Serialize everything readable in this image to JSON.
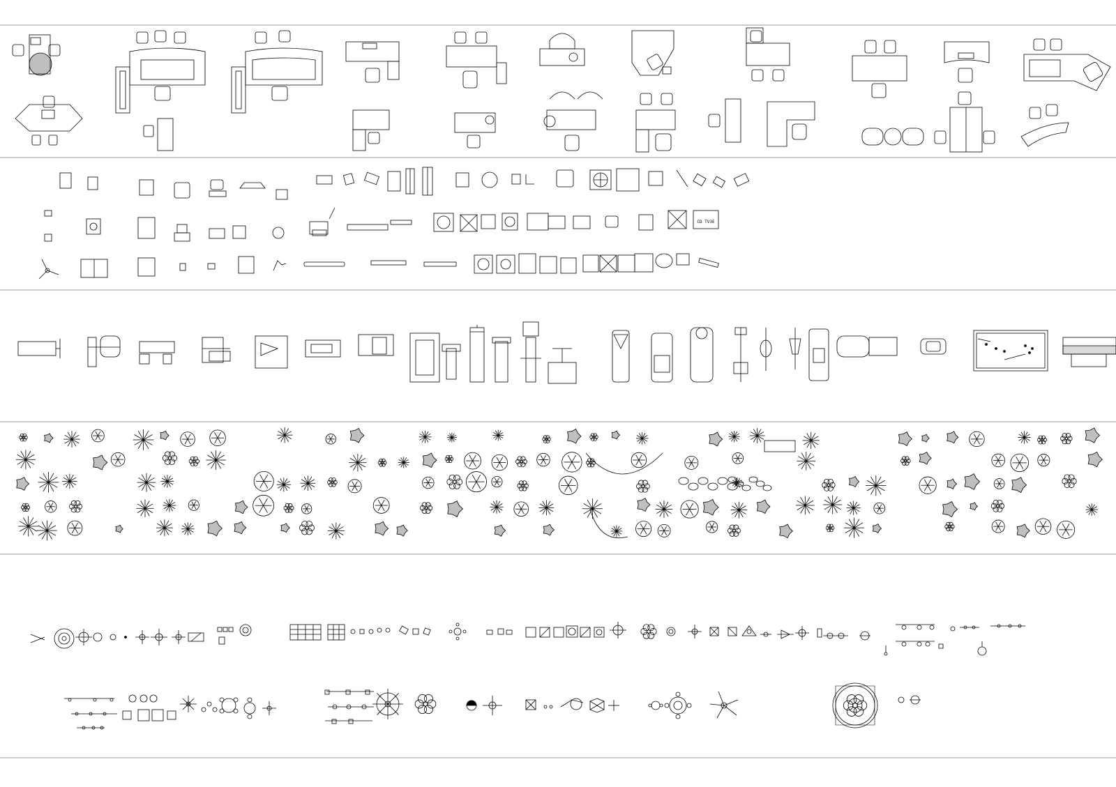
{
  "sheet": {
    "line_color": "#000000",
    "rule_color": "#999999",
    "background": "#ffffff"
  },
  "bands": [
    {
      "id": "office-furniture",
      "symbol_icon": "office-desk-icon"
    },
    {
      "id": "appliances-electronics",
      "symbol_icon": "appliance-icon"
    },
    {
      "id": "gym-recreation",
      "symbol_icon": "gym-equipment-icon"
    },
    {
      "id": "plants-landscape",
      "symbol_icon": "tree-plan-icon"
    },
    {
      "id": "lighting-fixtures",
      "symbol_icon": "light-fixture-icon"
    }
  ],
  "labels": {
    "tv_screen": "CD TV3E"
  }
}
